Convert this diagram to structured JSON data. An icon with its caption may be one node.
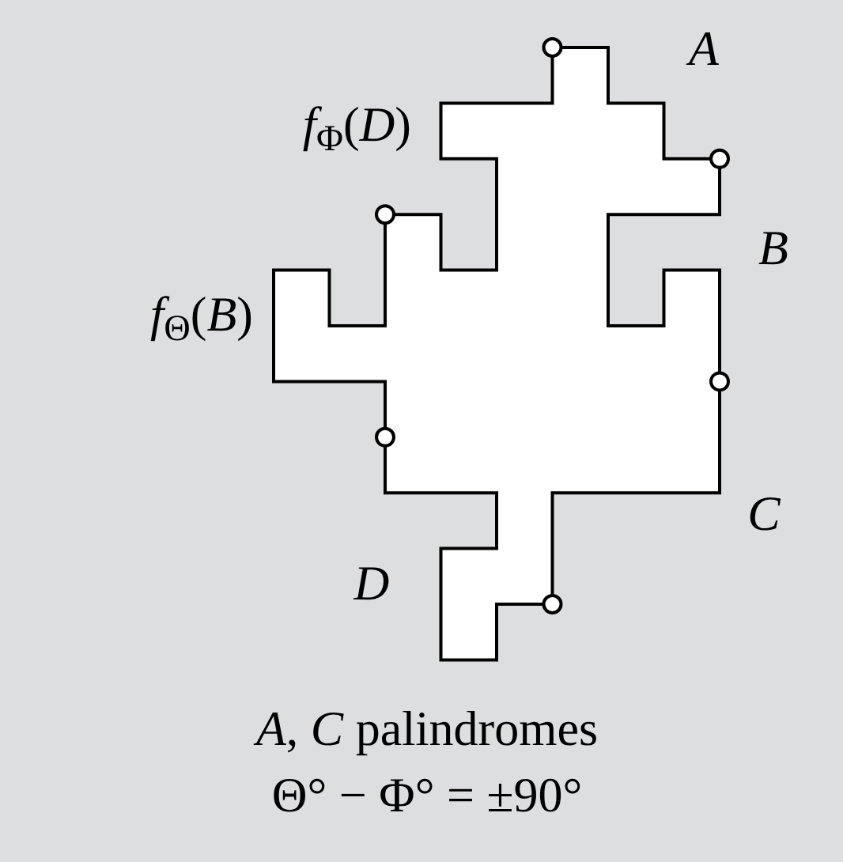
{
  "diagram": {
    "labels": [
      "*A*",
      "*f*$_{Φ}$(*D*)",
      "*B*",
      "*f*$_{Θ}$(*B*)",
      "*C*",
      "*D*",
      "*A*, *C* palindromes",
      "Θ° − Φ° = ±90°"
    ]
  }
}
